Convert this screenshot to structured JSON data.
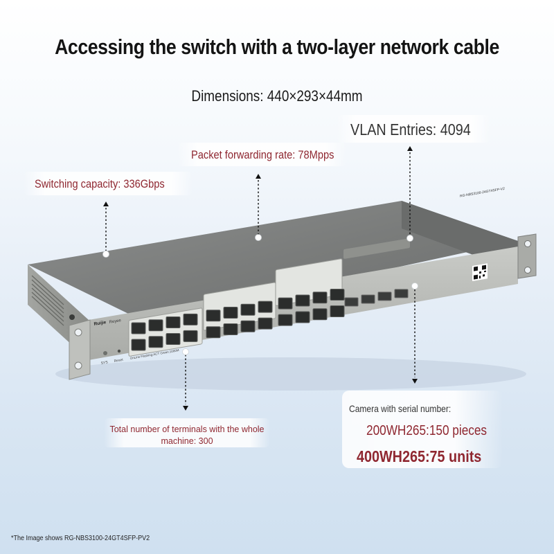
{
  "headline": "Accessing the switch with a two-layer network cable",
  "dimensions": "Dimensions: 440×293×44mm",
  "features": {
    "vlan": "VLAN Entries: 4094",
    "forwarding": "Packet forwarding rate: 78Mpps",
    "switching": "Switching capacity: 336Gbps",
    "terminals_line1": "Total number of terminals with the whole",
    "terminals_line2": "machine: 300",
    "camera_title": "Camera with serial number:",
    "camera_line1": "200WH265:150 pieces",
    "camera_line2": "400WH265:75 units"
  },
  "device": {
    "brand": "Ruijie",
    "sub_brand": "Reyee",
    "model_label": "RG-NBS3100-24GT4SFP-V2",
    "led_sys": "SYS",
    "led_reset": "Reset",
    "status_legend": "OnLine  Flashing:ACT  Green:1000M"
  },
  "footnote": "*The Image shows RG-NBS3100-24GT4SFP-PV2",
  "colors": {
    "accent_red": "#8f2730",
    "text_dark": "#141414"
  }
}
